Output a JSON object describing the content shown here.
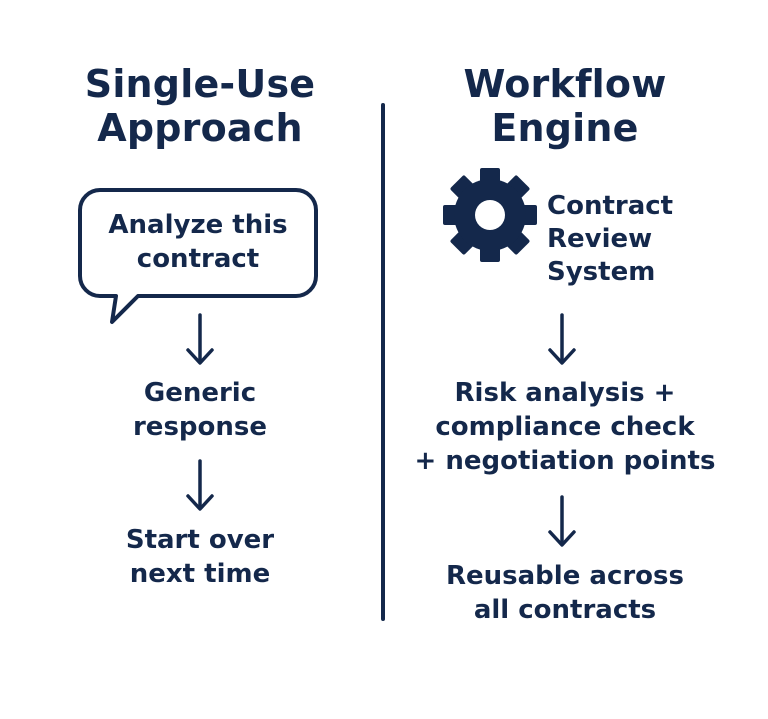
{
  "left": {
    "heading_line1": "Single-Use",
    "heading_line2": "Approach",
    "bubble_line1": "Analyze this",
    "bubble_line2": "contract",
    "step2_line1": "Generic",
    "step2_line2": "response",
    "step3_line1": "Start over",
    "step3_line2": "next time"
  },
  "right": {
    "heading_line1": "Workflow",
    "heading_line2": "Engine",
    "system_line1": "Contract",
    "system_line2": "Review",
    "system_line3": "System",
    "step2_line1": "Risk analysis +",
    "step2_line2": "compliance check",
    "step2_line3": "+ negotiation points",
    "step3_line1": "Reusable across",
    "step3_line2": "all contracts"
  },
  "icons": {
    "arrow": "down-arrow-icon",
    "gear": "gear-icon",
    "bubble": "speech-bubble-icon"
  },
  "colors": {
    "ink": "#14284b",
    "background": "#ffffff"
  }
}
